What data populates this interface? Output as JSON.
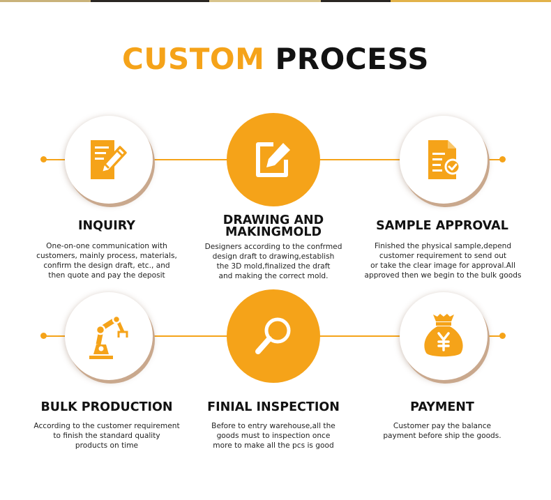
{
  "header": {
    "title_accent": "CUSTOM",
    "title_main": "PROCESS"
  },
  "colors": {
    "accent": "#f5a319",
    "text": "#121212"
  },
  "steps": [
    {
      "title": "INQUIRY",
      "icon": "document-pencil-icon",
      "description": [
        "One-on-one communication with",
        "customers, mainly process, materials,",
        "confirm the design draft, etc., and",
        "then quote and pay the deposit"
      ]
    },
    {
      "title_lines": [
        "DRAWING AND",
        "MAKINGMOLD"
      ],
      "icon": "edit-square-icon",
      "description": [
        "Designers according to the confrmed",
        "design draft to drawing,establish",
        "the 3D mold,finalized the draft",
        "and making the correct mold."
      ]
    },
    {
      "title": "SAMPLE APPROVAL",
      "icon": "approved-document-icon",
      "description": [
        "Finished the physical sample,depend",
        "customer requirement to send out",
        "or take the clear image for approval.All",
        "approved then we begin to the bulk goods"
      ]
    },
    {
      "title": "BULK PRODUCTION",
      "icon": "robotic-arm-icon",
      "description": [
        "According to the customer requirement",
        "to finish the standard quality",
        "products on time"
      ]
    },
    {
      "title": "FINIAL INSPECTION",
      "icon": "magnifier-icon",
      "description": [
        "Before to entry warehouse,all the",
        "goods must to inspection once",
        "more to make all the pcs is good"
      ]
    },
    {
      "title": "PAYMENT",
      "icon": "money-bag-yen-icon",
      "description": [
        "Customer pay the balance",
        "payment before ship the goods."
      ]
    }
  ]
}
